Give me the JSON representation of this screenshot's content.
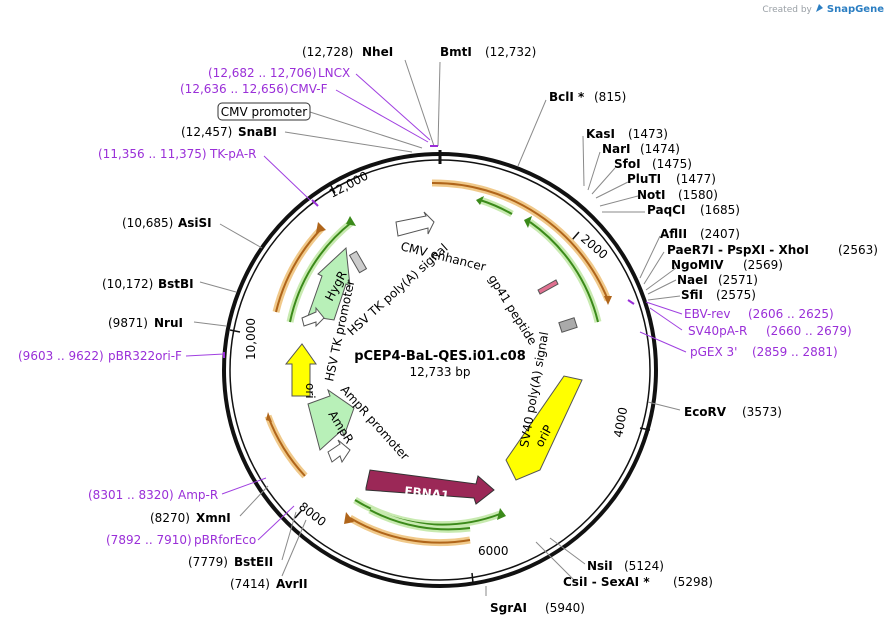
{
  "credit": {
    "created_by": "Created by",
    "brand": "SnapGene"
  },
  "plasmid": {
    "name": "pCEP4-BaL-QES.i01.c08",
    "size": "12,733 bp"
  },
  "enzymes": [
    {
      "name": "NheI",
      "pos": "(12,728)"
    },
    {
      "name": "BmtI",
      "pos": "(12,732)"
    },
    {
      "name": "BclI *",
      "pos": "(815)"
    },
    {
      "name": "KasI",
      "pos": "(1473)"
    },
    {
      "name": "NarI",
      "pos": "(1474)"
    },
    {
      "name": "SfoI",
      "pos": "(1475)"
    },
    {
      "name": "PluTI",
      "pos": "(1477)"
    },
    {
      "name": "NotI",
      "pos": "(1580)"
    },
    {
      "name": "PaqCI",
      "pos": "(1685)"
    },
    {
      "name": "AflII",
      "pos": "(2407)"
    },
    {
      "name": "PaeR7I - PspXI - XhoI",
      "pos": "(2563)"
    },
    {
      "name": "NgoMIV",
      "pos": "(2569)"
    },
    {
      "name": "NaeI",
      "pos": "(2571)"
    },
    {
      "name": "SfiI",
      "pos": "(2575)"
    },
    {
      "name": "EcoRV",
      "pos": "(3573)"
    },
    {
      "name": "NsiI",
      "pos": "(5124)"
    },
    {
      "name": "CsiI - SexAI *",
      "pos": "(5298)"
    },
    {
      "name": "SgrAI",
      "pos": "(5940)"
    },
    {
      "name": "AvrII",
      "pos": "(7414)"
    },
    {
      "name": "BstEII",
      "pos": "(7779)"
    },
    {
      "name": "XmnI",
      "pos": "(8270)"
    },
    {
      "name": "NruI",
      "pos": "(9871)"
    },
    {
      "name": "BstBI",
      "pos": "(10,172)"
    },
    {
      "name": "AsiSI",
      "pos": "(10,685)"
    },
    {
      "name": "SnaBI",
      "pos": "(12,457)"
    }
  ],
  "primers": [
    {
      "name": "LNCX",
      "range": "(12,682 .. 12,706)"
    },
    {
      "name": "CMV-F",
      "range": "(12,636 .. 12,656)"
    },
    {
      "name": "TK-pA-R",
      "range": "(11,356 .. 11,375)"
    },
    {
      "name": "pBR322ori-F",
      "range": "(9603 .. 9622)"
    },
    {
      "name": "Amp-R",
      "range": "(8301 .. 8320)"
    },
    {
      "name": "pBRforEco",
      "range": "(7892 .. 7910)"
    },
    {
      "name": "EBV-rev",
      "range": "(2606 .. 2625)"
    },
    {
      "name": "SV40pA-R",
      "range": "(2660 .. 2679)"
    },
    {
      "name": "pGEX 3'",
      "range": "(2859 .. 2881)"
    }
  ],
  "boxed_feature": "CMV promoter",
  "features": {
    "cmv_enhancer": "CMV enhancer",
    "hsv_tk_polya": "HSV TK poly(A) signal",
    "hygr": "HygR",
    "hsv_tk_promoter": "HSV TK promoter",
    "ori": "ori",
    "ampr_promoter": "AmpR promoter",
    "ampr": "AmpR",
    "ebna1": "EBNA1",
    "orip": "oriP",
    "sv40_polya": "SV40 poly(A) signal",
    "gp41": "gp41 peptide"
  },
  "ticks": [
    "2000",
    "4000",
    "6000",
    "8000",
    "10,000",
    "12,000"
  ],
  "colors": {
    "primer": "#9a2fd8",
    "orange_arc": "#e8a23a",
    "green_arc": "#3b8a1a",
    "hygr_fill": "#b8f0b8",
    "ori_fill": "#ffff00",
    "orip_fill": "#ffff00",
    "ebna1_fill": "#9b2857"
  }
}
